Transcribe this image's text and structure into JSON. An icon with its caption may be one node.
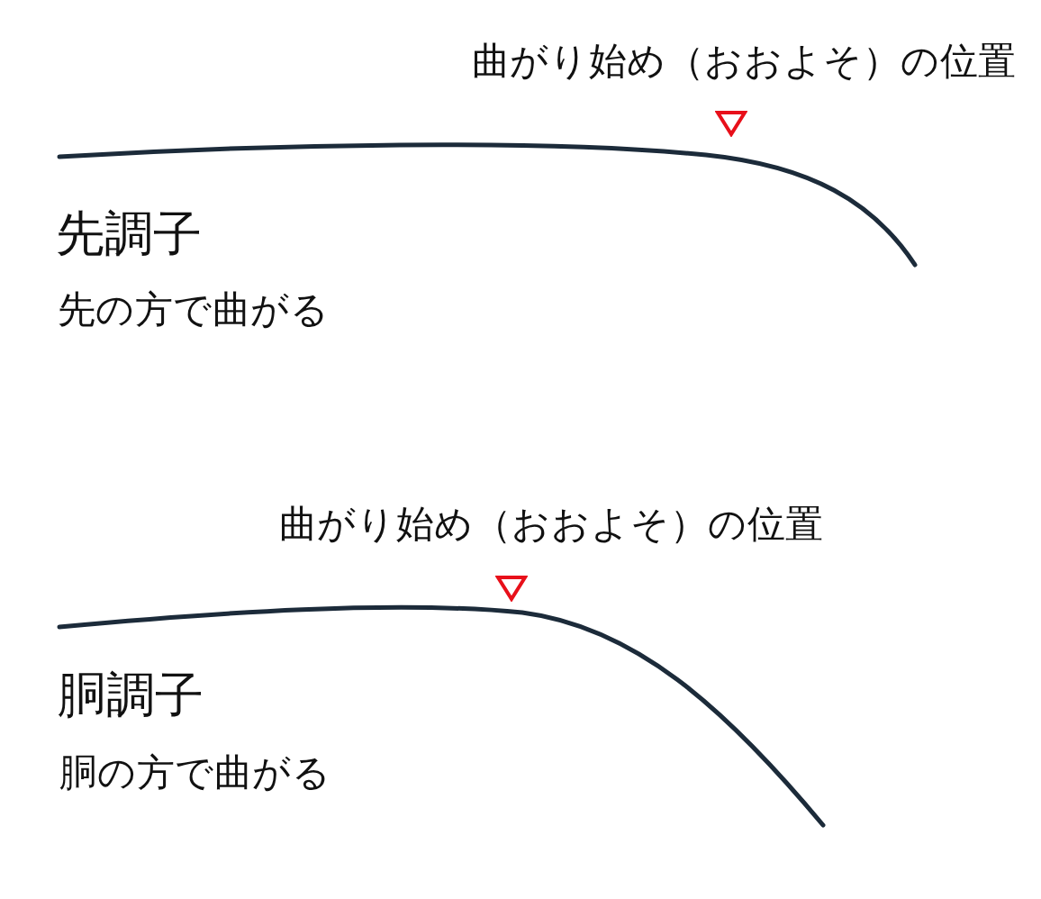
{
  "diagram": {
    "labels": [
      "曲がり始め（おおよそ）の位置",
      "先調子",
      "先の方で曲がる",
      "曲がり始め（おおよそ）の位置",
      "胴調子",
      "胴の方で曲がる"
    ]
  }
}
